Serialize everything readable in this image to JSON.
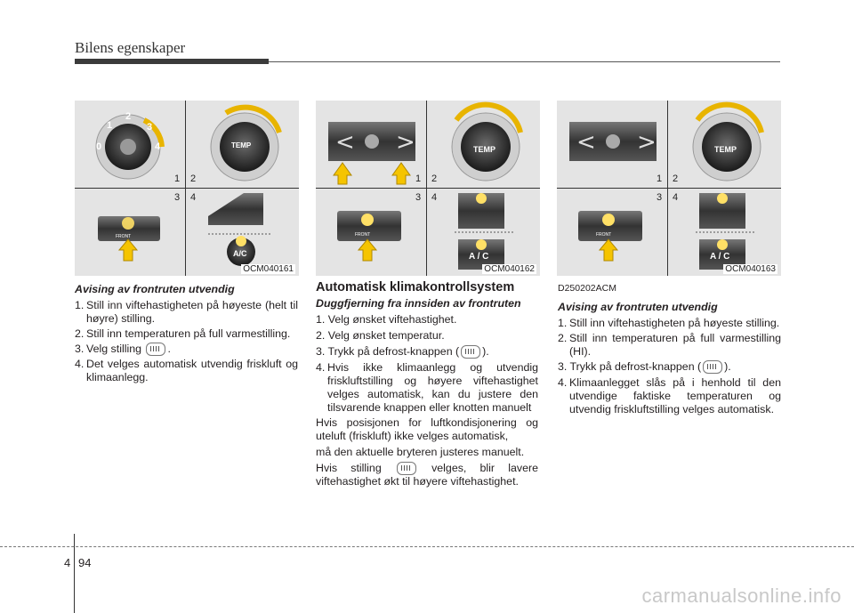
{
  "header": {
    "title": "Bilens egenskaper"
  },
  "figures": [
    {
      "code": "OCM040161",
      "nums": [
        "1",
        "2",
        "3",
        "4"
      ],
      "dial_labels": [
        "0",
        "1",
        "2",
        "3",
        "4"
      ],
      "temp": "TEMP",
      "front": "FRONT",
      "ac": "A/C"
    },
    {
      "code": "OCM040162",
      "nums": [
        "1",
        "2",
        "3",
        "4"
      ],
      "temp": "TEMP",
      "front": "FRONT",
      "ac": "A / C"
    },
    {
      "code": "OCM040163",
      "nums": [
        "1",
        "2",
        "3",
        "4"
      ],
      "temp": "TEMP",
      "front": "FRONT",
      "ac": "A / C"
    }
  ],
  "col1": {
    "title": "Avising av frontruten utvendig",
    "steps": [
      {
        "n": "1.",
        "text": "Still inn viftehastigheten på høyeste (helt til høyre) stilling."
      },
      {
        "n": "2.",
        "text": "Still inn temperaturen på full varmestilling."
      },
      {
        "n": "3.",
        "text": "Velg stilling"
      },
      {
        "n": "4.",
        "text": "Det velges automatisk utvendig friskluft og klimaanlegg."
      }
    ],
    "step3_end": "."
  },
  "col2": {
    "section": "Automatisk klimakontrollsystem",
    "sub": "Duggfjerning fra innsiden av frontruten",
    "lines": [
      "1. Velg ønsket viftehastighet.",
      "2. Velg ønsket temperatur."
    ],
    "step3_pre": "3. Trykk på defrost-knappen (",
    "step3_post": ").",
    "step4_n": "4.",
    "step4": "Hvis ikke klimaanlegg og utvendig friskluftstilling og høyere viftehastighet velges automatisk, kan du justere den tilsvarende knappen eller knotten manuelt",
    "para1": "Hvis posisjonen for luftkondisjonering og uteluft (friskluft) ikke velges automatisk,",
    "para2": "må den aktuelle bryteren justeres manuelt.",
    "para3_pre": "Hvis stilling",
    "para3_post": "velges, blir lavere viftehastighet økt til høyere viftehastighet."
  },
  "col3": {
    "code": "D250202ACM",
    "title": "Avising av frontruten utvendig",
    "s1_n": "1.",
    "s1": "Still inn viftehastigheten på høyeste stilling.",
    "s2_n": "2.",
    "s2": "Still inn temperaturen på full varmestilling (HI).",
    "s3_pre": "3. Trykk på defrost-knappen (",
    "s3_post": ").",
    "s4_n": "4.",
    "s4": "Klimaanlegget slås på i henhold til den utvendige faktiske temperaturen og utvendig friskluftstilling velges automatisk."
  },
  "footer": {
    "chapter": "4",
    "page": "94",
    "watermark": "carmanualsonline.info"
  }
}
